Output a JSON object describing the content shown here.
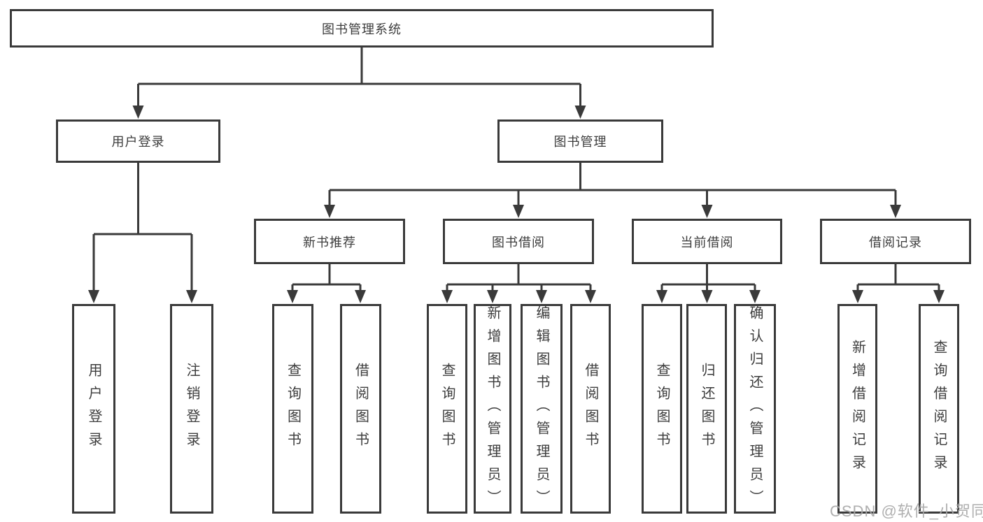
{
  "diagram": {
    "title": "图书管理系统",
    "nodes": {
      "root": {
        "label": "图书管理系统"
      },
      "user_login": {
        "label": "用户登录"
      },
      "book_mgmt": {
        "label": "图书管理"
      },
      "new_book_rec": {
        "label": "新书推荐"
      },
      "book_borrow": {
        "label": "图书借阅"
      },
      "current_borrow": {
        "label": "当前借阅"
      },
      "borrow_record": {
        "label": "借阅记录"
      },
      "leaf_user_login": {
        "label": "用户登录"
      },
      "leaf_logout": {
        "label": "注销登录"
      },
      "leaf_query_book_1": {
        "label": "查询图书"
      },
      "leaf_borrow_book_1": {
        "label": "借阅图书"
      },
      "leaf_query_book_2": {
        "label": "查询图书"
      },
      "leaf_add_book": {
        "label": "新增图书（管理员）"
      },
      "leaf_edit_book": {
        "label": "编辑图书（管理员）"
      },
      "leaf_borrow_book_2": {
        "label": "借阅图书"
      },
      "leaf_query_book_3": {
        "label": "查询图书"
      },
      "leaf_return_book": {
        "label": "归还图书"
      },
      "leaf_confirm_return": {
        "label": "确认归还（管理员）"
      },
      "leaf_add_record": {
        "label": "新增借阅记录"
      },
      "leaf_query_record": {
        "label": "查询借阅记录"
      }
    },
    "structure": {
      "root": [
        "user_login",
        "book_mgmt"
      ],
      "user_login": [
        "leaf_user_login",
        "leaf_logout"
      ],
      "book_mgmt": [
        "new_book_rec",
        "book_borrow",
        "current_borrow",
        "borrow_record"
      ],
      "new_book_rec": [
        "leaf_query_book_1",
        "leaf_borrow_book_1"
      ],
      "book_borrow": [
        "leaf_query_book_2",
        "leaf_add_book",
        "leaf_edit_book",
        "leaf_borrow_book_2"
      ],
      "current_borrow": [
        "leaf_query_book_3",
        "leaf_return_book",
        "leaf_confirm_return"
      ],
      "borrow_record": [
        "leaf_add_record",
        "leaf_query_record"
      ]
    },
    "colors": {
      "line": "#3a3a3a",
      "border": "#3a3a3a",
      "text": "#3d3d3d",
      "background": "#ffffff",
      "watermark": "#a8a8a8"
    }
  },
  "watermark": {
    "text": "CSDN @软件_小贺同学"
  }
}
